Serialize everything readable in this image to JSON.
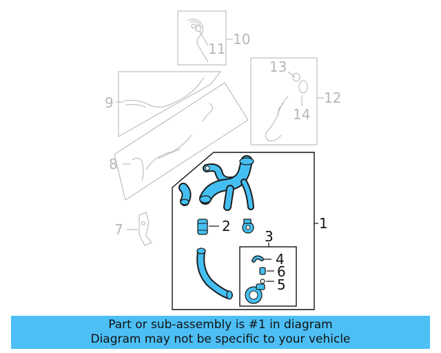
{
  "colors": {
    "accent": "#45bff2",
    "banner": "#4dbff5",
    "faded": "#b7b7b7"
  },
  "callouts": {
    "c1": "1",
    "c2": "2",
    "c3": "3",
    "c4": "4",
    "c5": "5",
    "c6": "6",
    "c7": "7",
    "c8": "8",
    "c9": "9",
    "c10": "10",
    "c11": "11",
    "c12": "12",
    "c13": "13",
    "c14": "14"
  },
  "banner": {
    "line1": "Part or sub-assembly is #1 in diagram",
    "line2": "Diagram may not be specific to your vehicle"
  }
}
